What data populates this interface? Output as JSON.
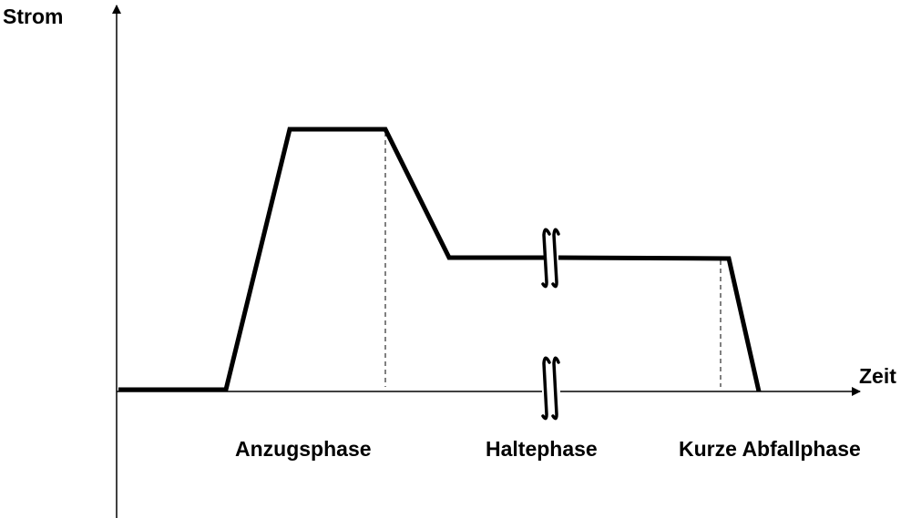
{
  "axes": {
    "y_label": "Strom",
    "x_label": "Zeit"
  },
  "phases": [
    "Anzugsphase",
    "Haltephase",
    "Kurze Abfallphase"
  ],
  "colors": {
    "line": "#000000",
    "background": "#ffffff"
  }
}
